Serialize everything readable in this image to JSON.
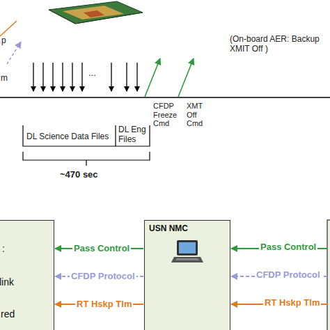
{
  "diagram": {
    "nodes": [
      {
        "text": [
          ":",
          "link",
          "red"
        ]
      },
      {
        "text": [
          "USN NMC"
        ]
      }
    ],
    "edges": [
      {
        "from": 1,
        "to": 0,
        "label": "Pass Control",
        "arrow": "to"
      },
      {
        "from": 1,
        "to": 0,
        "label": "CFDP Protocol",
        "arrow": "to"
      },
      {
        "from": 1,
        "to": 0,
        "label": "RT Hskp Tlm",
        "arrow": "to"
      }
    ],
    "labels": [
      "(On-board AER: Backup XMIT Off )",
      "p",
      "m",
      "...",
      "CFDP Freeze Cmd",
      "XMT Off Cmd",
      "DL Science Data Files",
      "DL Eng Files",
      "~470 sec",
      "Pass Control",
      "CFDP Protocol",
      "RT Hskp Tlm"
    ]
  }
}
